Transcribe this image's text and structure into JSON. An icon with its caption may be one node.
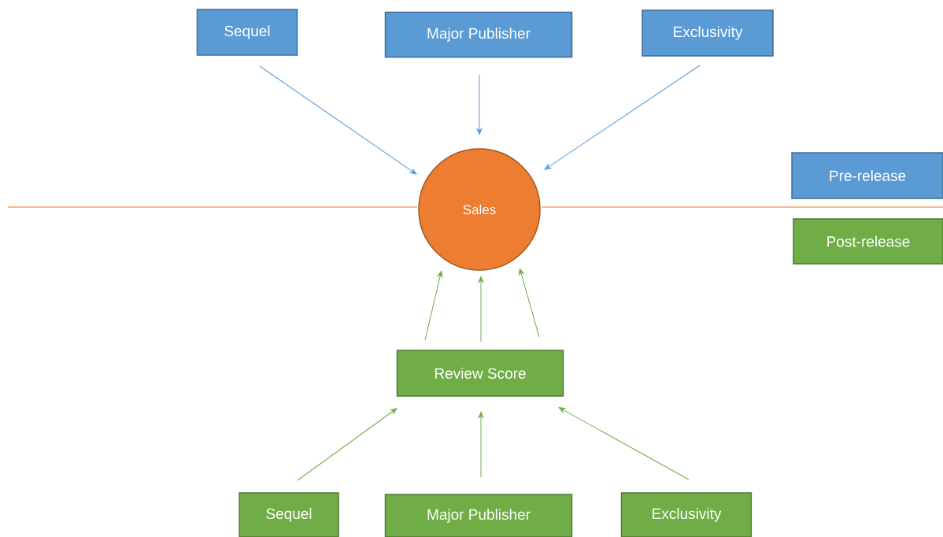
{
  "diagram": {
    "nodes": [
      {
        "text": [
          "Sequel"
        ]
      },
      {
        "text": [
          "Major Publisher"
        ]
      },
      {
        "text": [
          "Exclusivity"
        ]
      },
      {
        "text": [
          "Sales"
        ]
      },
      {
        "text": [
          "Review Score"
        ]
      },
      {
        "text": [
          "Sequel"
        ]
      },
      {
        "text": [
          "Major Publisher"
        ]
      },
      {
        "text": [
          "Exclusivity"
        ]
      }
    ],
    "edges": [
      {
        "from": 0,
        "to": 3,
        "arrow": "to",
        "color": "#5b9bd5"
      },
      {
        "from": 1,
        "to": 3,
        "arrow": "to",
        "color": "#5b9bd5"
      },
      {
        "from": 2,
        "to": 3,
        "arrow": "to",
        "color": "#5b9bd5"
      },
      {
        "from": 4,
        "to": 3,
        "arrow": "to"
      },
      {
        "from": 4,
        "to": 3,
        "arrow": "to"
      },
      {
        "from": 4,
        "to": 3,
        "arrow": "to"
      },
      {
        "from": 5,
        "to": 4,
        "arrow": "to"
      },
      {
        "from": 6,
        "to": 4,
        "arrow": "to"
      },
      {
        "from": 7,
        "to": 4,
        "arrow": "to"
      }
    ],
    "legend": [
      {
        "text": "Pre-release",
        "color": "#5b9bd5"
      },
      {
        "text": "Post-release",
        "color": "#70ad47"
      }
    ]
  }
}
